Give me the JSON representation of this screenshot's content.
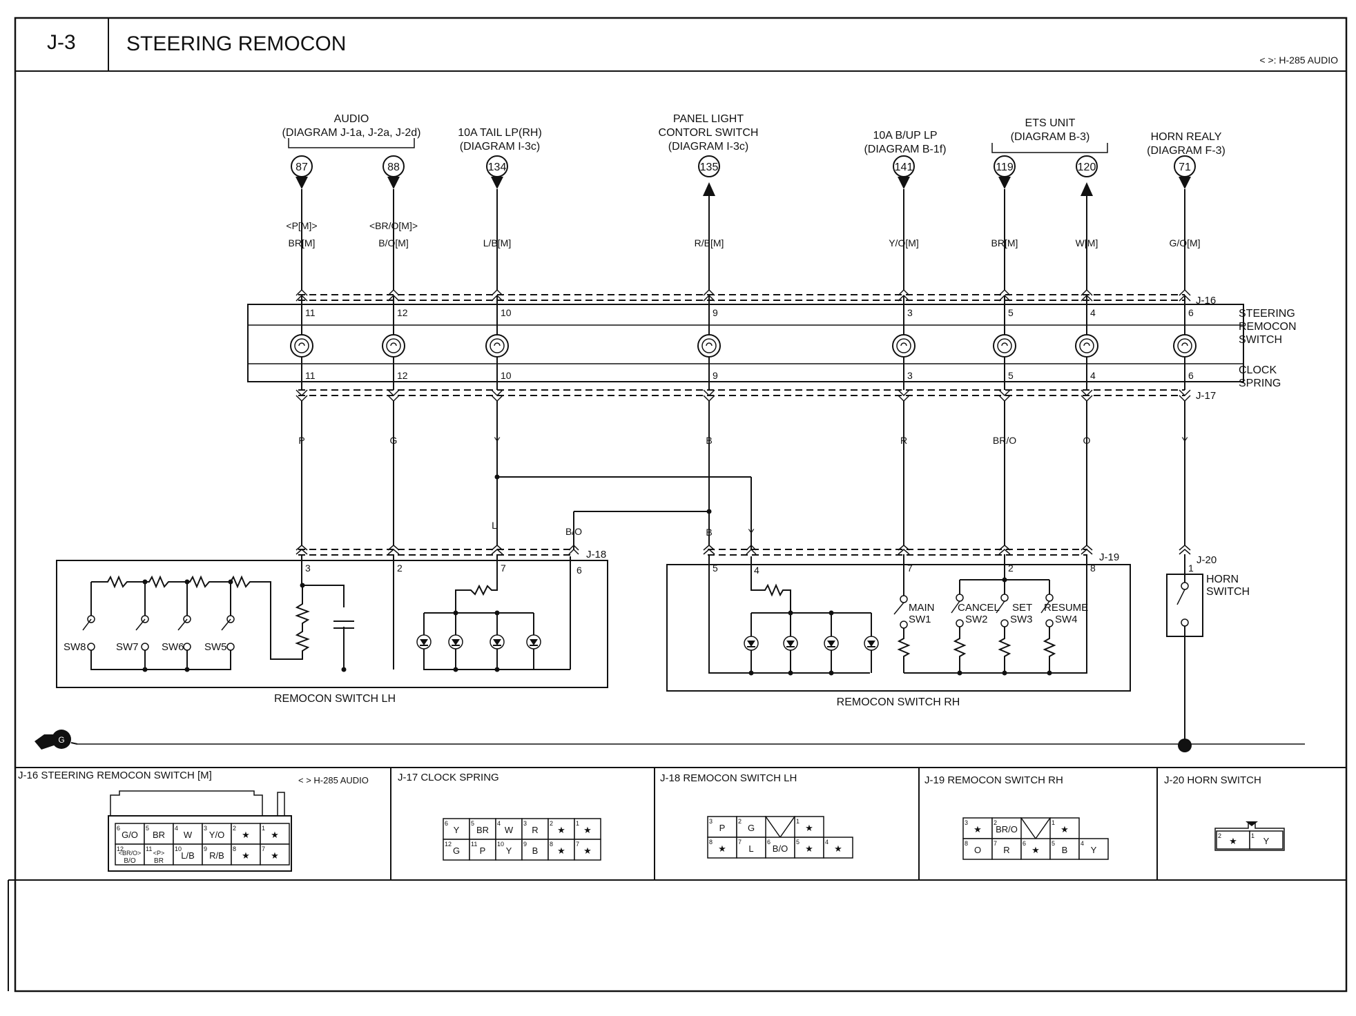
{
  "header": {
    "code": "J-3",
    "title": "STEERING REMOCON",
    "note": "< >: H-285 AUDIO"
  },
  "top_groups": [
    {
      "lines": [
        "AUDIO",
        "(DIAGRAM J-1a, J-2a, J-2d)"
      ]
    },
    {
      "lines": [
        "10A TAIL LP(RH)",
        "(DIAGRAM I-3c)"
      ]
    },
    {
      "lines": [
        "PANEL LIGHT",
        "CONTORL SWITCH",
        "(DIAGRAM I-3c)"
      ]
    },
    {
      "lines": [
        "10A B/UP LP",
        "(DIAGRAM B-1f)"
      ]
    },
    {
      "lines": [
        "ETS UNIT",
        "(DIAGRAM B-3)"
      ]
    },
    {
      "lines": [
        "HORN REALY",
        "(DIAGRAM F-3)"
      ]
    }
  ],
  "circuits": [
    {
      "ref": "87",
      "dir": "in",
      "alt_wire": "<P[M]>",
      "wire_top": "BR[M]",
      "pin": "11",
      "wire_bottom": "P",
      "lower_pin": "3"
    },
    {
      "ref": "88",
      "dir": "in",
      "alt_wire": "<BR/O[M]>",
      "wire_top": "B/O[M]",
      "pin": "12",
      "wire_bottom": "G",
      "lower_pin": "2"
    },
    {
      "ref": "134",
      "dir": "in",
      "alt_wire": "",
      "wire_top": "L/B[M]",
      "pin": "10",
      "wire_bottom": "Y",
      "lower_pin": "7"
    },
    {
      "ref": "135",
      "dir": "out",
      "alt_wire": "",
      "wire_top": "R/B[M]",
      "pin": "9",
      "wire_bottom": "B",
      "lower_pin": "5"
    },
    {
      "ref": "141",
      "dir": "in",
      "alt_wire": "",
      "wire_top": "Y/O[M]",
      "pin": "3",
      "wire_bottom": "R",
      "lower_pin": "7"
    },
    {
      "ref": "119",
      "dir": "in",
      "alt_wire": "",
      "wire_top": "BR[M]",
      "pin": "5",
      "wire_bottom": "BR/O",
      "lower_pin": "2"
    },
    {
      "ref": "120",
      "dir": "out",
      "alt_wire": "",
      "wire_top": "W[M]",
      "pin": "4",
      "wire_bottom": "O",
      "lower_pin": "8"
    },
    {
      "ref": "71",
      "dir": "in",
      "alt_wire": "",
      "wire_top": "G/O[M]",
      "pin": "6",
      "wire_bottom": "Y",
      "lower_pin": "1"
    }
  ],
  "connectors": {
    "j16": "J-16",
    "j17": "J-17",
    "j18": "J-18",
    "j19": "J-19",
    "j20": "J-20",
    "steering_label": [
      "STEERING",
      "REMOCON",
      "SWITCH"
    ],
    "clock_label": [
      "CLOCK",
      "SPRING"
    ]
  },
  "lower_wires": {
    "l_label": "L",
    "bo_label": "B/O",
    "bo_pin": "6",
    "b_label": "B",
    "y_label": "Y",
    "y_pin": "4"
  },
  "lh_switch": {
    "title": "REMOCON SWITCH LH",
    "switches": [
      "SW8",
      "SW7",
      "SW6",
      "SW5"
    ]
  },
  "rh_switch": {
    "title": "REMOCON SWITCH RH",
    "switches": [
      {
        "name": "MAIN",
        "code": "SW1"
      },
      {
        "name": "CANCEL",
        "code": "SW2"
      },
      {
        "name": "SET",
        "code": "SW3"
      },
      {
        "name": "RESUME",
        "code": "SW4"
      }
    ]
  },
  "horn": {
    "lines": [
      "HORN",
      "SWITCH"
    ]
  },
  "ground_symbol": "G",
  "connector_views": {
    "j16": {
      "title": "J-16 STEERING REMOCON SWITCH [M]",
      "note": "< > H-285 AUDIO",
      "top": [
        {
          "n": "6",
          "v": "G/O"
        },
        {
          "n": "5",
          "v": "BR"
        },
        {
          "n": "4",
          "v": "W"
        },
        {
          "n": "3",
          "v": "Y/O"
        },
        {
          "n": "2",
          "v": "★"
        },
        {
          "n": "1",
          "v": "★"
        }
      ],
      "bottom": [
        {
          "n": "12",
          "v": "<BR/O> B/O"
        },
        {
          "n": "11",
          "v": "<P> BR"
        },
        {
          "n": "10",
          "v": "L/B"
        },
        {
          "n": "9",
          "v": "R/B"
        },
        {
          "n": "8",
          "v": "★"
        },
        {
          "n": "7",
          "v": "★"
        }
      ]
    },
    "j17": {
      "title": "J-17 CLOCK SPRING",
      "top": [
        {
          "n": "6",
          "v": "Y"
        },
        {
          "n": "5",
          "v": "BR"
        },
        {
          "n": "4",
          "v": "W"
        },
        {
          "n": "3",
          "v": "R"
        },
        {
          "n": "2",
          "v": "★"
        },
        {
          "n": "1",
          "v": "★"
        }
      ],
      "bottom": [
        {
          "n": "12",
          "v": "G"
        },
        {
          "n": "11",
          "v": "P"
        },
        {
          "n": "10",
          "v": "Y"
        },
        {
          "n": "9",
          "v": "B"
        },
        {
          "n": "8",
          "v": "★"
        },
        {
          "n": "7",
          "v": "★"
        }
      ]
    },
    "j18": {
      "title": "J-18 REMOCON SWITCH LH",
      "top": [
        {
          "n": "3",
          "v": "P"
        },
        {
          "n": "2",
          "v": "G"
        },
        {
          "n": "",
          "v": "KEY"
        },
        {
          "n": "1",
          "v": "★"
        }
      ],
      "bottom": [
        {
          "n": "8",
          "v": "★"
        },
        {
          "n": "7",
          "v": "L"
        },
        {
          "n": "6",
          "v": "B/O"
        },
        {
          "n": "5",
          "v": "★"
        },
        {
          "n": "4",
          "v": "★"
        }
      ]
    },
    "j19": {
      "title": "J-19 REMOCON SWITCH RH",
      "top": [
        {
          "n": "3",
          "v": "★"
        },
        {
          "n": "2",
          "v": "BR/O"
        },
        {
          "n": "",
          "v": "KEY"
        },
        {
          "n": "1",
          "v": "★"
        }
      ],
      "bottom": [
        {
          "n": "8",
          "v": "O"
        },
        {
          "n": "7",
          "v": "R"
        },
        {
          "n": "6",
          "v": "★"
        },
        {
          "n": "5",
          "v": "B"
        },
        {
          "n": "4",
          "v": "Y"
        }
      ]
    },
    "j20": {
      "title": "J-20 HORN SWITCH",
      "cells": [
        {
          "n": "2",
          "v": "★"
        },
        {
          "n": "1",
          "v": "Y"
        }
      ]
    }
  }
}
